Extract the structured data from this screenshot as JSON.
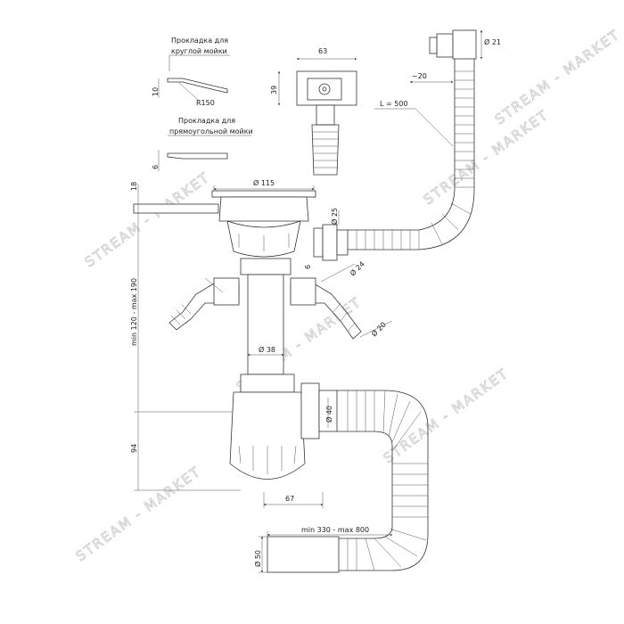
{
  "gaskets": {
    "round": {
      "label_line1": "Прокладка для",
      "label_line2": "круглой мойки",
      "thickness": "10",
      "radius": "R150"
    },
    "rect": {
      "label_line1": "Прокладка для",
      "label_line2": "прямоугольной мойки",
      "thickness": "6"
    }
  },
  "overflow_box": {
    "width": "63",
    "height": "39"
  },
  "overflow_pipe": {
    "diameter": "Ø 21",
    "offset": "~20",
    "length": "L = 500"
  },
  "strainer": {
    "diameter": "Ø 115",
    "side_outlet": "Ø 25",
    "left_offset": "18",
    "gap": "6"
  },
  "branches": {
    "left": "Ø 24",
    "right": "Ø 20"
  },
  "tube": {
    "diameter": "Ø 38"
  },
  "trap": {
    "outlet": "Ø 40",
    "height": "94",
    "width": "67"
  },
  "vertical_span": "min 120 - max 190",
  "drain_hose": {
    "span": "min 330 - max 800",
    "diameter": "Ø 50"
  },
  "watermark": {
    "text": "STREAM - MARKET"
  }
}
